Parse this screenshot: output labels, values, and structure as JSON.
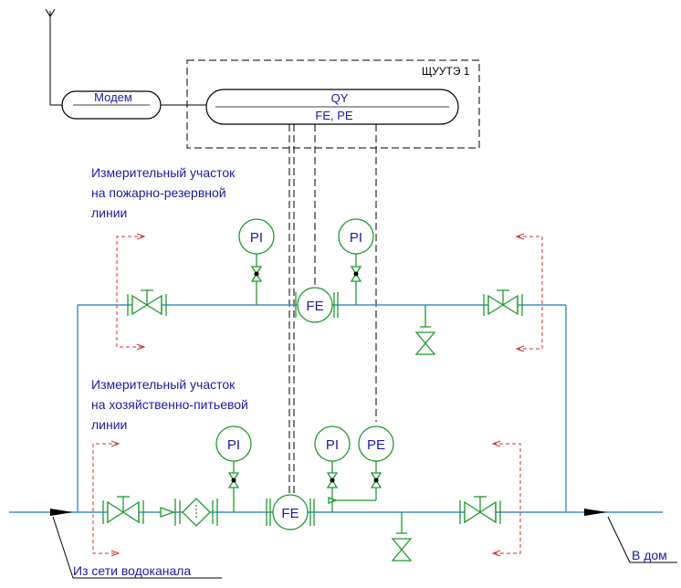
{
  "labels": {
    "modem": "Модем",
    "controller_top": "QY",
    "controller_bottom": "FE, PE",
    "cabinet": "ЩУУТЭ 1",
    "fire_section_line1": "Измерительный участок",
    "fire_section_line2": "на пожарно-резервной",
    "fire_section_line3": "линии",
    "domestic_section_line1": "Измерительный участок",
    "domestic_section_line2": "на хозяйственно-питьевой",
    "domestic_section_line3": "линии",
    "inlet": "Из сети водоканала",
    "outlet": "В дом"
  },
  "instruments": {
    "pi_upper_left": "PI",
    "pi_upper_right": "PI",
    "fe_upper": "FE",
    "pi_lower_left": "PI",
    "pi_lower_mid": "PI",
    "pe_lower": "PE",
    "fe_lower": "FE"
  },
  "colors": {
    "pipe": "#3a8fc8",
    "equipment": "#1f9a2e",
    "text": "#1a1aa8",
    "bypass": "#d23030",
    "signal": "#000000"
  }
}
